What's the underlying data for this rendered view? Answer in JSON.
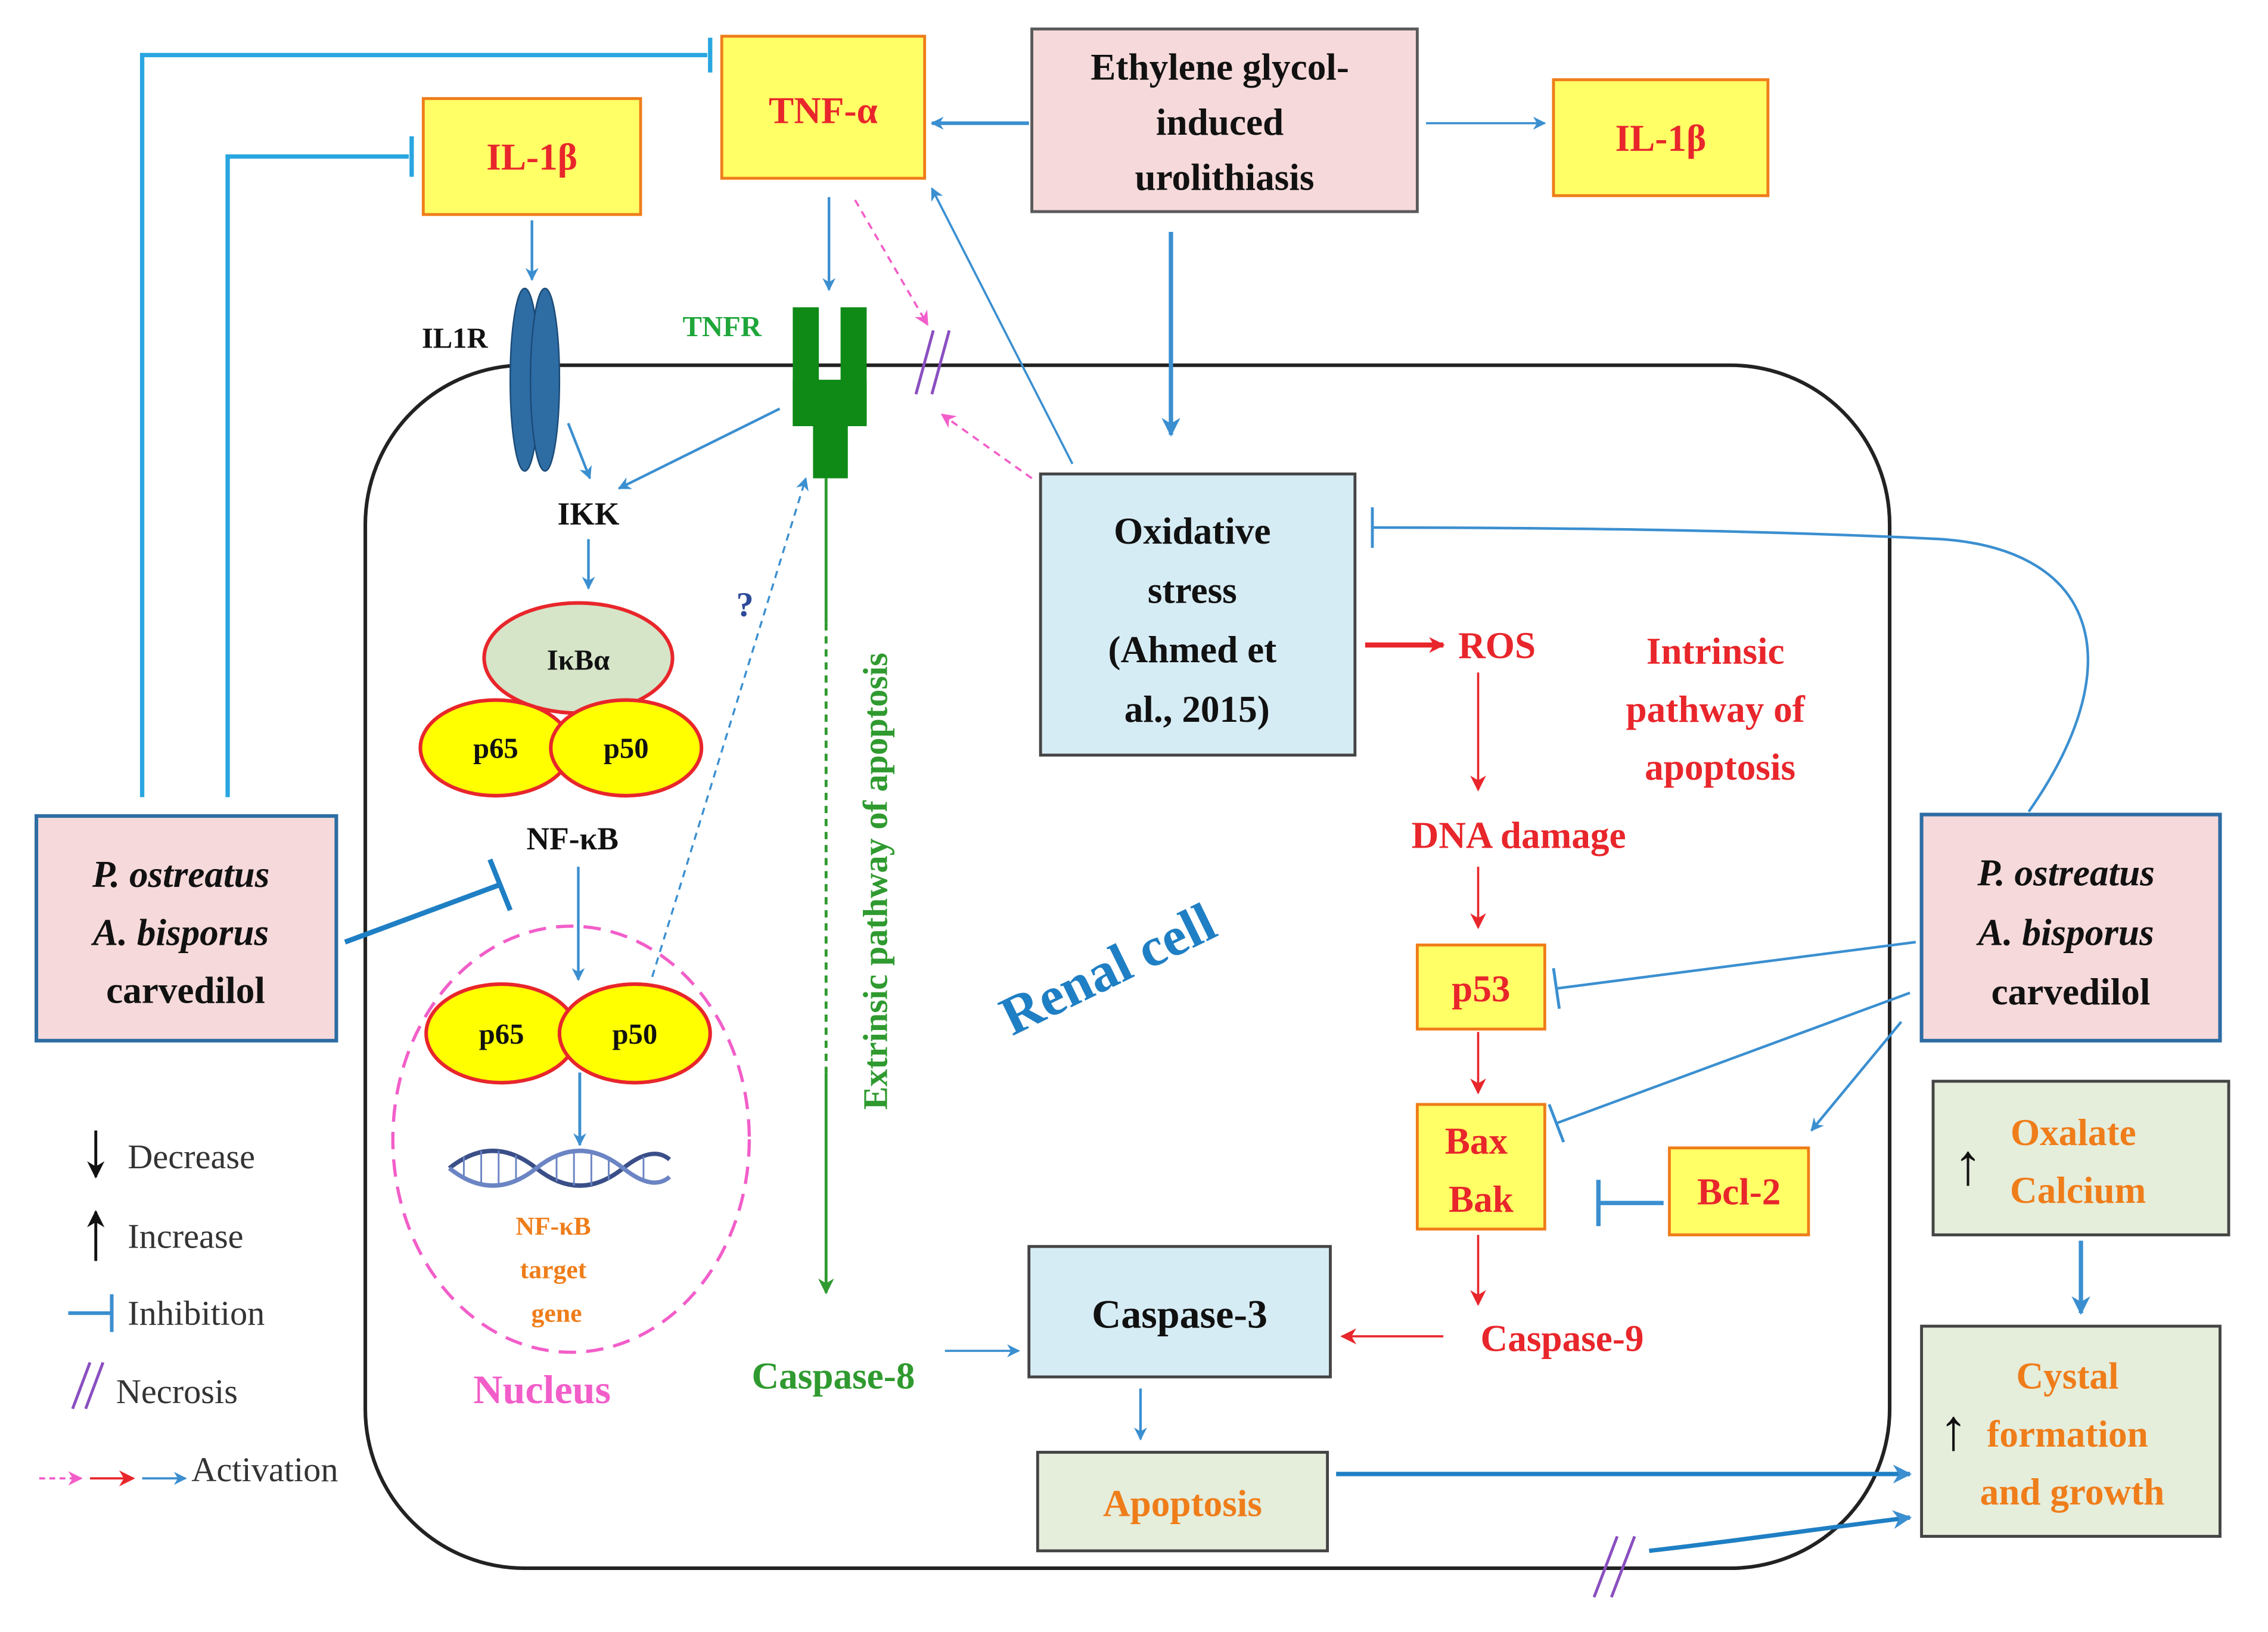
{
  "colors": {
    "blue": "#3b8fd0",
    "red": "#e8262b",
    "green": "#2f9a2f",
    "orange": "#ef7d1a",
    "pink": "#f25ec9",
    "purple": "#8a4fc0",
    "yellow_fill": "#ffff66",
    "pink_fill": "#f6d9da",
    "light_blue_fill": "#d6ecf5",
    "beige_fill": "#e5eddb",
    "oval_fill": "#d6e4c8",
    "receptor_blue": "#2e6da4",
    "receptor_green": "#0f8a17"
  },
  "boxes": {
    "tnf_alpha": "TNF-α",
    "il1b_left": "IL-1β",
    "il1b_right": "IL-1β",
    "ethylene": [
      "Ethylene glycol-",
      "induced",
      "urolithiasis"
    ],
    "oxidative": [
      "Oxidative",
      "stress",
      "(Ahmed et",
      "al., 2015)"
    ],
    "treatment_left": [
      "P. ostreatus",
      "A. bisporus",
      "carvedilol"
    ],
    "treatment_right": [
      "P. ostreatus",
      "A. bisporus",
      "carvedilol"
    ],
    "p53": "p53",
    "bax_bak": [
      "Bax",
      "Bak"
    ],
    "bcl2": "Bcl-2",
    "caspase3": "Caspase-3",
    "apoptosis": "Apoptosis",
    "oxalate": [
      "Oxalate",
      "Calcium"
    ],
    "cystal": [
      "Cystal",
      "formation",
      "and growth"
    ]
  },
  "labels": {
    "il1r": "IL1R",
    "tnfr": "TNFR",
    "ikk": "IKK",
    "ikba": "IκBα",
    "p65": "p65",
    "p50": "p50",
    "nfkb": "NF-κB",
    "nfkb_target": [
      "NF-κB",
      "target",
      "gene"
    ],
    "nucleus": "Nucleus",
    "question": "?",
    "extrinsic": "Extrinsic pathway of apoptosis",
    "renal_cell": "Renal cell",
    "ros": "ROS",
    "dna_damage": "DNA damage",
    "intrinsic": [
      "Intrinsic",
      "pathway of",
      "apoptosis"
    ],
    "caspase8": "Caspase-8",
    "caspase9": "Caspase-9"
  },
  "legend": {
    "decrease": "Decrease",
    "increase": "Increase",
    "inhibition": "Inhibition",
    "necrosis": "Necrosis",
    "activation": "Activation"
  }
}
